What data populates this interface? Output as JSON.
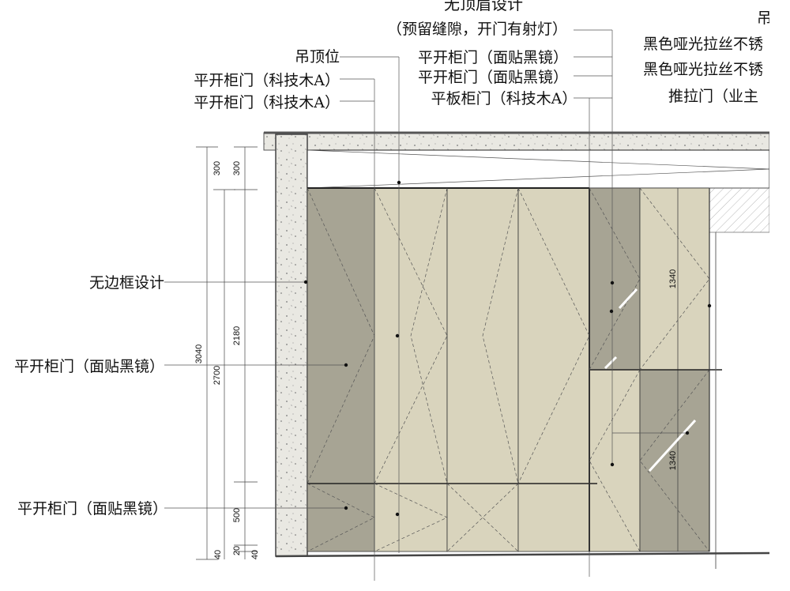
{
  "labels": {
    "top_center_1": "无顶眉设计",
    "top_center_2": "（预留缝隙，开门有射灯）",
    "top_center_3": "平开柜门（面贴黑镜）",
    "top_center_4": "平开柜门（面贴黑镜）",
    "top_center_5": "平板柜门（科技木A）",
    "top_left_1": "吊顶位",
    "top_left_2": "平开柜门（科技木A）",
    "top_left_3": "平开柜门（科技木A）",
    "top_right_1": "吊",
    "top_right_2": "黑色哑光拉丝不锈",
    "top_right_3": "黑色哑光拉丝不锈",
    "top_right_4": "推拉门（业主",
    "left_1": "无边框设计",
    "left_2": "平开柜门（面贴黑镜）",
    "left_3": "平开柜门（面贴黑镜）"
  },
  "dimensions": {
    "overall_height": "3040",
    "cabinet_height": "2700",
    "top_gap": "300",
    "top_gap_inner": "300",
    "upper_section": "2180",
    "lower_section": "500",
    "bottom_a": "40",
    "bottom_b": "20",
    "bottom_c": "40",
    "right_upper": "1340",
    "right_lower": "1340"
  },
  "colors": {
    "wood": "#d9d4bd",
    "mirror": "#a7a494",
    "wall": "#e9e8e2",
    "line": "#222222"
  }
}
